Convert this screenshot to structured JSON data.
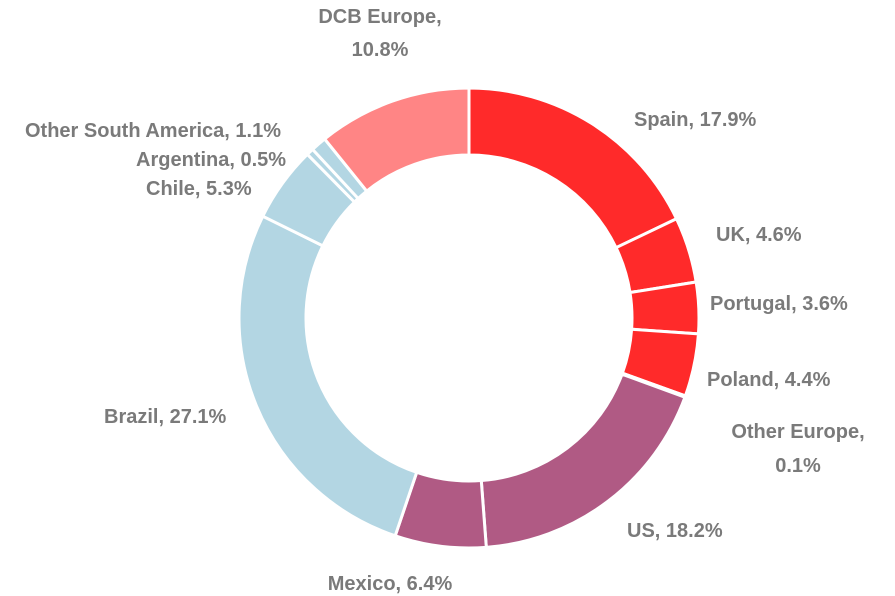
{
  "chart_data": {
    "type": "pie",
    "subtype": "donut",
    "slices": [
      {
        "label": "Spain, 17.9%",
        "name": "Spain",
        "value": 17.9,
        "color": "#ff2a2a"
      },
      {
        "label": "UK, 4.6%",
        "name": "UK",
        "value": 4.6,
        "color": "#ff2a2a"
      },
      {
        "label": "Portugal, 3.6%",
        "name": "Portugal",
        "value": 3.6,
        "color": "#ff2a2a"
      },
      {
        "label": "Poland, 4.4%",
        "name": "Poland",
        "value": 4.4,
        "color": "#ff2a2a"
      },
      {
        "label": "Other Europe, 0.1%",
        "name": "Other Europe",
        "value": 0.1,
        "color": "#ff2a2a"
      },
      {
        "label": "US, 18.2%",
        "name": "US",
        "value": 18.2,
        "color": "#b05a84"
      },
      {
        "label": "Mexico, 6.4%",
        "name": "Mexico",
        "value": 6.4,
        "color": "#b05a84"
      },
      {
        "label": "Brazil, 27.1%",
        "name": "Brazil",
        "value": 27.1,
        "color": "#b3d6e3"
      },
      {
        "label": "Chile, 5.3%",
        "name": "Chile",
        "value": 5.3,
        "color": "#b3d6e3"
      },
      {
        "label": "Argentina, 0.5%",
        "name": "Argentina",
        "value": 0.5,
        "color": "#b3d6e3"
      },
      {
        "label": "Other South America, 1.1%",
        "name": "Other South America",
        "value": 1.1,
        "color": "#b3d6e3"
      },
      {
        "label": "DCB Europe, 10.8%",
        "name": "DCB Europe",
        "value": 10.8,
        "color": "#ff8585"
      }
    ]
  }
}
